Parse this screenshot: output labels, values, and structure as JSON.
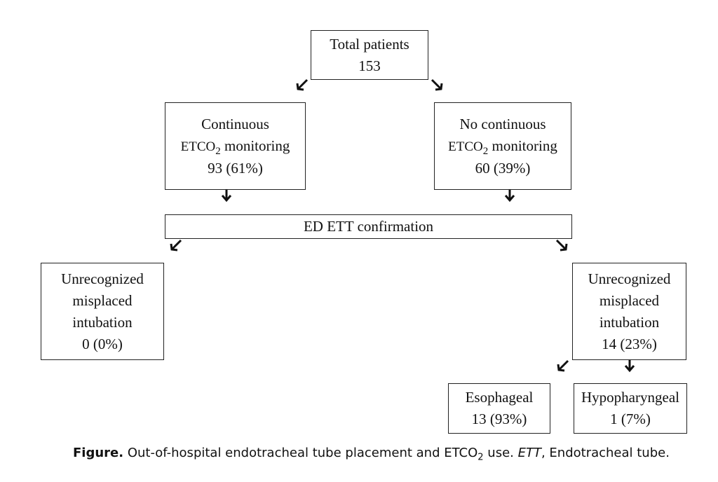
{
  "flowchart": {
    "total": {
      "label": "Total patients",
      "count": "153"
    },
    "continuous": {
      "line1": "Continuous",
      "metric": "ETCO",
      "metric_sub": "2",
      "metric_suffix": " monitoring",
      "count": "93 (61%)"
    },
    "no_continuous": {
      "line1": "No continuous",
      "metric": "ETCO",
      "metric_sub": "2",
      "metric_suffix": " monitoring",
      "count": "60 (39%)"
    },
    "confirmation": {
      "label": "ED ETT confirmation"
    },
    "unrecognized_left": {
      "line1": "Unrecognized",
      "line2": "misplaced",
      "line3": "intubation",
      "count": "0 (0%)"
    },
    "unrecognized_right": {
      "line1": "Unrecognized",
      "line2": "misplaced",
      "line3": "intubation",
      "count": "14 (23%)"
    },
    "esophageal": {
      "label": "Esophageal",
      "count": "13 (93%)"
    },
    "hypopharyngeal": {
      "label": "Hypopharyngeal",
      "count": "1 (7%)"
    }
  },
  "caption": {
    "label": "Figure.",
    "text_a": " Out-of-hospital endotracheal tube placement and ",
    "metric": "ETCO",
    "metric_sub": "2",
    "text_b": " use. ",
    "abbr": "ETT",
    "text_c": ", Endotracheal tube."
  }
}
